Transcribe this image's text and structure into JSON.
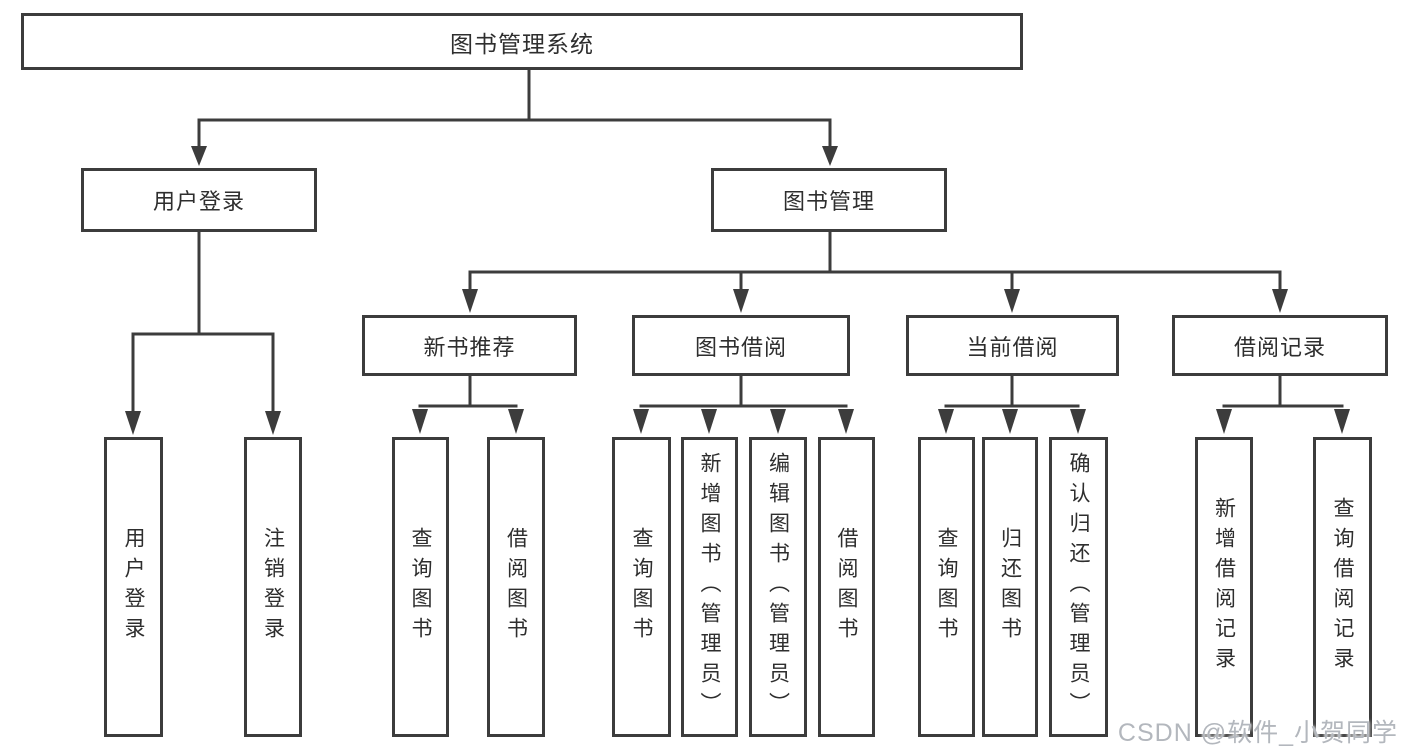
{
  "colors": {
    "line": "#3c3c3c",
    "text": "#2e2e2e",
    "bg": "#ffffff",
    "watermark": "#b3b7bd"
  },
  "diagram": {
    "root": "图书管理系统",
    "branches": [
      {
        "label": "用户登录",
        "children": [
          "用户登录",
          "注销登录"
        ]
      },
      {
        "label": "图书管理",
        "sections": [
          {
            "label": "新书推荐",
            "children": [
              "查询图书",
              "借阅图书"
            ]
          },
          {
            "label": "图书借阅",
            "children": [
              "查询图书",
              "新增图书（管理员）",
              "编辑图书（管理员）",
              "借阅图书"
            ]
          },
          {
            "label": "当前借阅",
            "children": [
              "查询图书",
              "归还图书",
              "确认归还（管理员）"
            ]
          },
          {
            "label": "借阅记录",
            "children": [
              "新增借阅记录",
              "查询借阅记录"
            ]
          }
        ]
      }
    ]
  },
  "watermark": {
    "text": "CSDN @软件_小贺同学"
  }
}
